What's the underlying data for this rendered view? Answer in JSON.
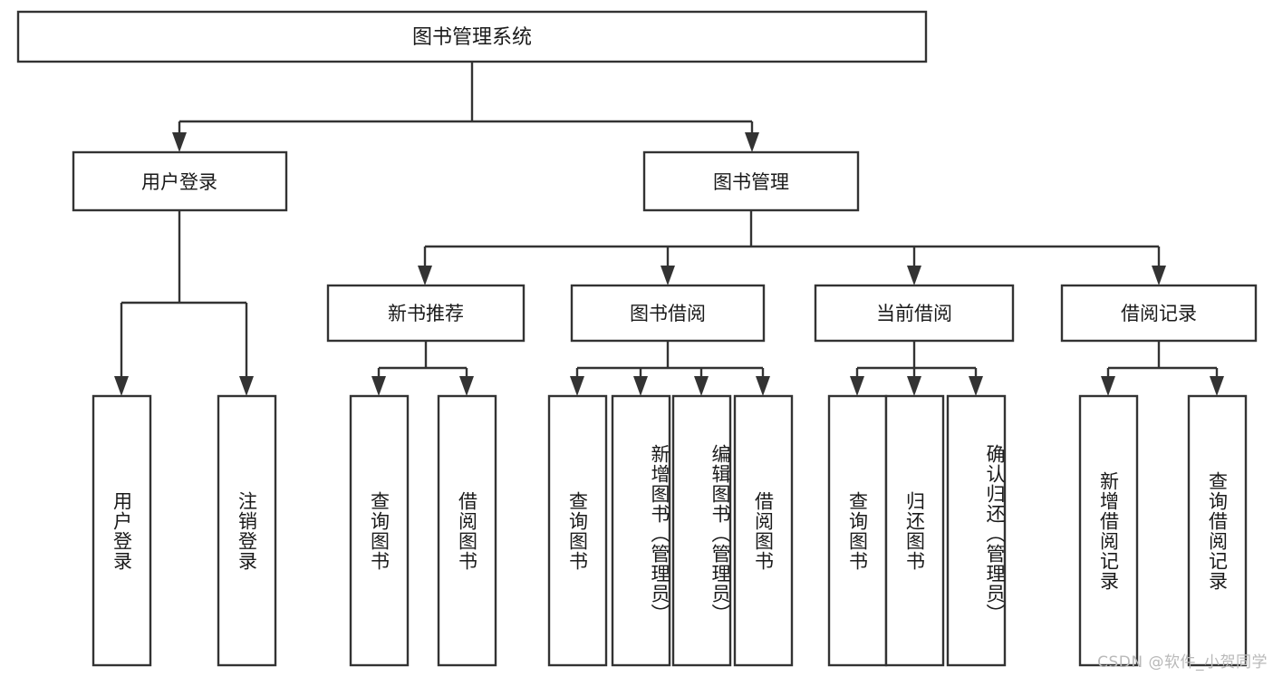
{
  "diagram": {
    "title": "图书管理系统",
    "type": "tree-hierarchy",
    "watermark": "CSDN @软件_小贺同学",
    "colors": {
      "stroke": "#333333",
      "fill": "#ffffff",
      "text": "#1a1a1a",
      "watermark": "#b9b9b9"
    },
    "nodes": {
      "root": {
        "label": "图书管理系统"
      },
      "level2": [
        {
          "id": "user-login",
          "label": "用户登录"
        },
        {
          "id": "book-manage",
          "label": "图书管理"
        }
      ],
      "level3": [
        {
          "id": "new-book-recommend",
          "label": "新书推荐"
        },
        {
          "id": "book-borrow",
          "label": "图书借阅"
        },
        {
          "id": "current-borrow",
          "label": "当前借阅"
        },
        {
          "id": "borrow-record",
          "label": "借阅记录"
        }
      ],
      "leaves": [
        {
          "id": "leaf-user-login",
          "label": "用户登录",
          "parent": "user-login"
        },
        {
          "id": "leaf-logout",
          "label": "注销登录",
          "parent": "user-login"
        },
        {
          "id": "leaf-query-book-1",
          "label": "查询图书",
          "parent": "new-book-recommend"
        },
        {
          "id": "leaf-borrow-book-1",
          "label": "借阅图书",
          "parent": "new-book-recommend"
        },
        {
          "id": "leaf-query-book-2",
          "label": "查询图书",
          "parent": "book-borrow"
        },
        {
          "id": "leaf-add-book",
          "label": "新增图书（管理员）",
          "parent": "book-borrow"
        },
        {
          "id": "leaf-edit-book",
          "label": "编辑图书（管理员）",
          "parent": "book-borrow"
        },
        {
          "id": "leaf-borrow-book-2",
          "label": "借阅图书",
          "parent": "book-borrow"
        },
        {
          "id": "leaf-query-book-3",
          "label": "查询图书",
          "parent": "current-borrow"
        },
        {
          "id": "leaf-return-book",
          "label": "归还图书",
          "parent": "current-borrow"
        },
        {
          "id": "leaf-confirm-return",
          "label": "确认归还（管理员）",
          "parent": "current-borrow"
        },
        {
          "id": "leaf-add-record",
          "label": "新增借阅记录",
          "parent": "borrow-record"
        },
        {
          "id": "leaf-query-record",
          "label": "查询借阅记录",
          "parent": "borrow-record"
        }
      ]
    }
  }
}
